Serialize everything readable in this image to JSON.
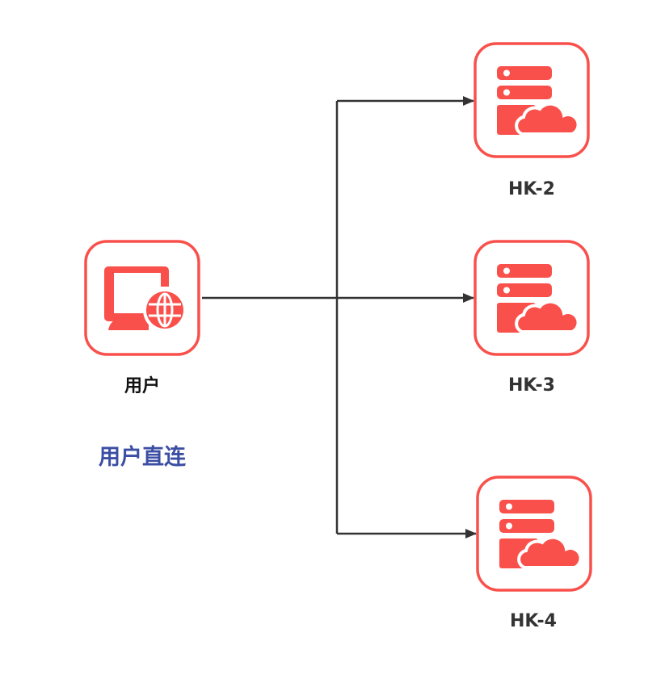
{
  "diagram": {
    "title": "用户直连",
    "user": {
      "label": "用户",
      "icon": "monitor-globe-icon"
    },
    "servers": [
      {
        "label": "HK-2",
        "icon": "server-cloud-icon"
      },
      {
        "label": "HK-3",
        "icon": "server-cloud-icon"
      },
      {
        "label": "HK-4",
        "icon": "server-cloud-icon"
      }
    ],
    "colors": {
      "accent": "#f9504b",
      "line": "#333333",
      "title": "#3b4ea3"
    }
  }
}
